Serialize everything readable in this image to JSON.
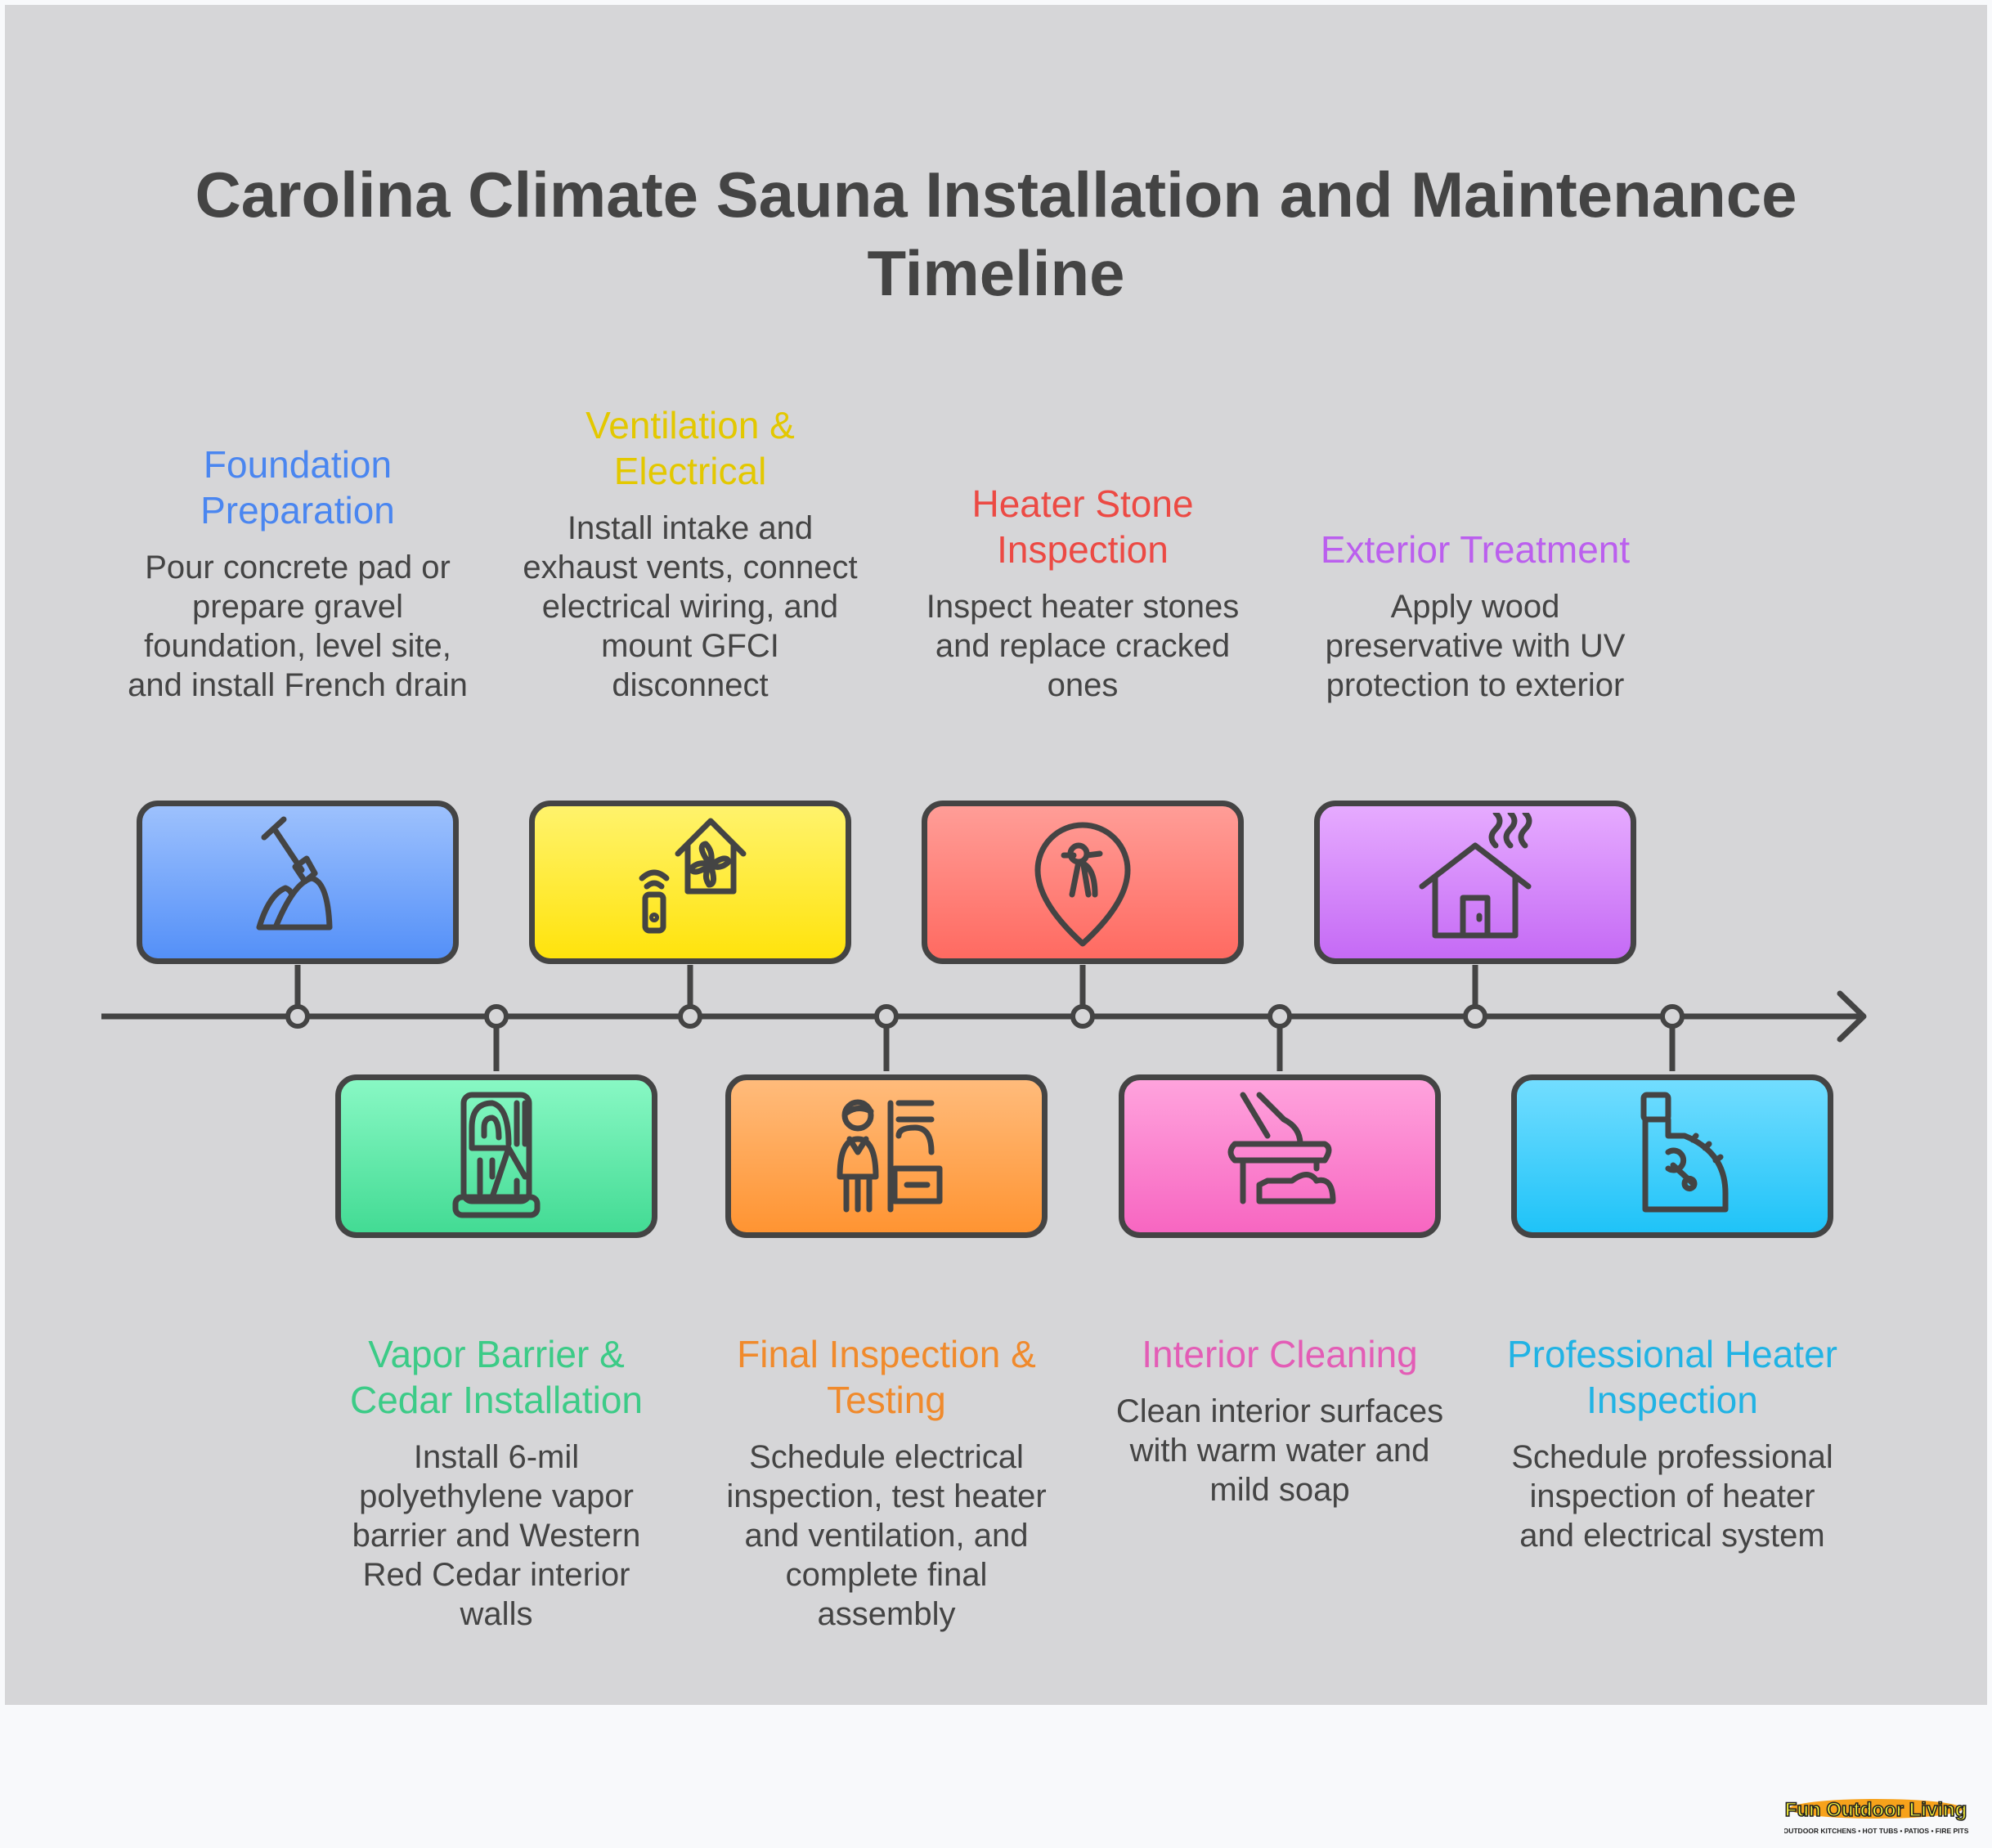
{
  "title": "Carolina Climate Sauna Installation and Maintenance Timeline",
  "title_lines": [
    "Carolina Climate Sauna Installation and Maintenance",
    "Timeline"
  ],
  "steps": [
    {
      "title": "Foundation Preparation",
      "description": "Pour concrete pad or prepare gravel foundation, level site, and install French drain",
      "icon": "shovel-dirt-icon",
      "position": "top",
      "color": "#4a86f0",
      "box_colors": [
        "#9dc1fd",
        "#5490f8"
      ]
    },
    {
      "title": "Vapor Barrier & Cedar Installation",
      "description": "Install 6-mil polyethylene vapor barrier and Western Red Cedar interior walls",
      "icon": "sauna-wall-icon",
      "position": "bottom",
      "color": "#3ccb87",
      "box_colors": [
        "#88f8c4",
        "#43db94"
      ]
    },
    {
      "title": "Ventilation & Electrical",
      "description": "Install intake and exhaust vents, connect electrical wiring, and mount GFCI disconnect",
      "icon": "house-fan-remote-icon",
      "position": "top",
      "color": "#e3c800",
      "box_colors": [
        "#fff36c",
        "#ffe30c"
      ]
    },
    {
      "title": "Final Inspection & Testing",
      "description": "Schedule electrical inspection, test heater and ventilation, and complete final assembly",
      "icon": "inspector-icon",
      "position": "bottom",
      "color": "#f08a2c",
      "box_colors": [
        "#ffbb7b",
        "#ff9432"
      ]
    },
    {
      "title": "Heater Stone Inspection",
      "description": "Inspect heater stones and replace cracked ones",
      "icon": "location-pin-inspect-icon",
      "position": "top",
      "color": "#ec4a44",
      "box_colors": [
        "#ff9d97",
        "#ff6a61"
      ]
    },
    {
      "title": "Interior Cleaning",
      "description": "Clean interior surfaces with warm water and mild soap",
      "icon": "cleaning-bench-icon",
      "position": "bottom",
      "color": "#e35db6",
      "box_colors": [
        "#ffa3dd",
        "#f766c1"
      ]
    },
    {
      "title": "Exterior Treatment",
      "description": "Apply wood preservative with UV protection to exterior",
      "icon": "house-heat-icon",
      "position": "top",
      "color": "#bb5fee",
      "box_colors": [
        "#e6abff",
        "#c56af5"
      ]
    },
    {
      "title": "Professional Heater Inspection",
      "description": "Schedule professional inspection of heater and electrical system",
      "icon": "heater-gauge-icon",
      "position": "bottom",
      "color": "#21b3e4",
      "box_colors": [
        "#72ddff",
        "#1fc3f8"
      ]
    }
  ],
  "logo": {
    "name": "Fun Outdoor Living",
    "tagline": "OUTDOOR KITCHENS • HOT TUBS • PATIOS • FIRE PITS"
  },
  "colors": {
    "panel": "#d6d6d8",
    "line": "#444444",
    "page": "#f8f9fb"
  }
}
